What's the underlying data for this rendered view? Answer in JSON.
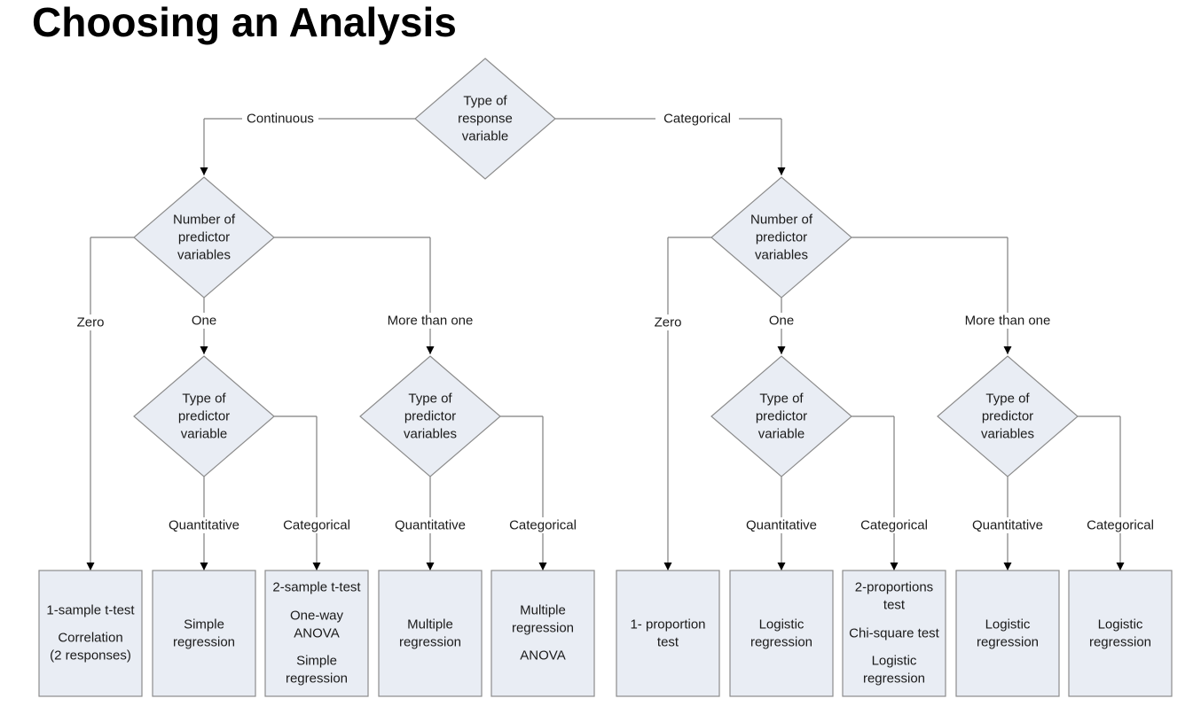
{
  "title": "Choosing an Analysis",
  "root": {
    "lines": [
      "Type of",
      "response",
      "variable"
    ]
  },
  "branches": {
    "continuous": "Continuous",
    "categorical": "Categorical"
  },
  "predictor_count": {
    "lines": [
      "Number of",
      "predictor",
      "variables"
    ]
  },
  "count_labels": {
    "zero": "Zero",
    "one": "One",
    "more": "More than one"
  },
  "type_one": {
    "lines": [
      "Type of",
      "predictor",
      "variable"
    ]
  },
  "type_more": {
    "lines": [
      "Type of",
      "predictor",
      "variables"
    ]
  },
  "type_labels": {
    "quantitative": "Quantitative",
    "categorical": "Categorical"
  },
  "outcomes": {
    "c_zero": [
      "1-sample t-test",
      "Correlation",
      "(2 responses)"
    ],
    "c_one_quant": [
      "Simple",
      "regression"
    ],
    "c_one_cat": [
      "2-sample t-test",
      "One-way",
      "ANOVA",
      "Simple",
      "regression"
    ],
    "c_more_quant": [
      "Multiple",
      "regression"
    ],
    "c_more_cat": [
      "Multiple",
      "regression",
      "ANOVA"
    ],
    "k_zero": [
      "1- proportion",
      "test"
    ],
    "k_one_quant": [
      "Logistic",
      "regression"
    ],
    "k_one_cat": [
      "2-proportions",
      "test",
      "Chi-square test",
      "Logistic",
      "regression"
    ],
    "k_more_quant": [
      "Logistic",
      "regression"
    ],
    "k_more_cat": [
      "Logistic",
      "regression"
    ]
  }
}
